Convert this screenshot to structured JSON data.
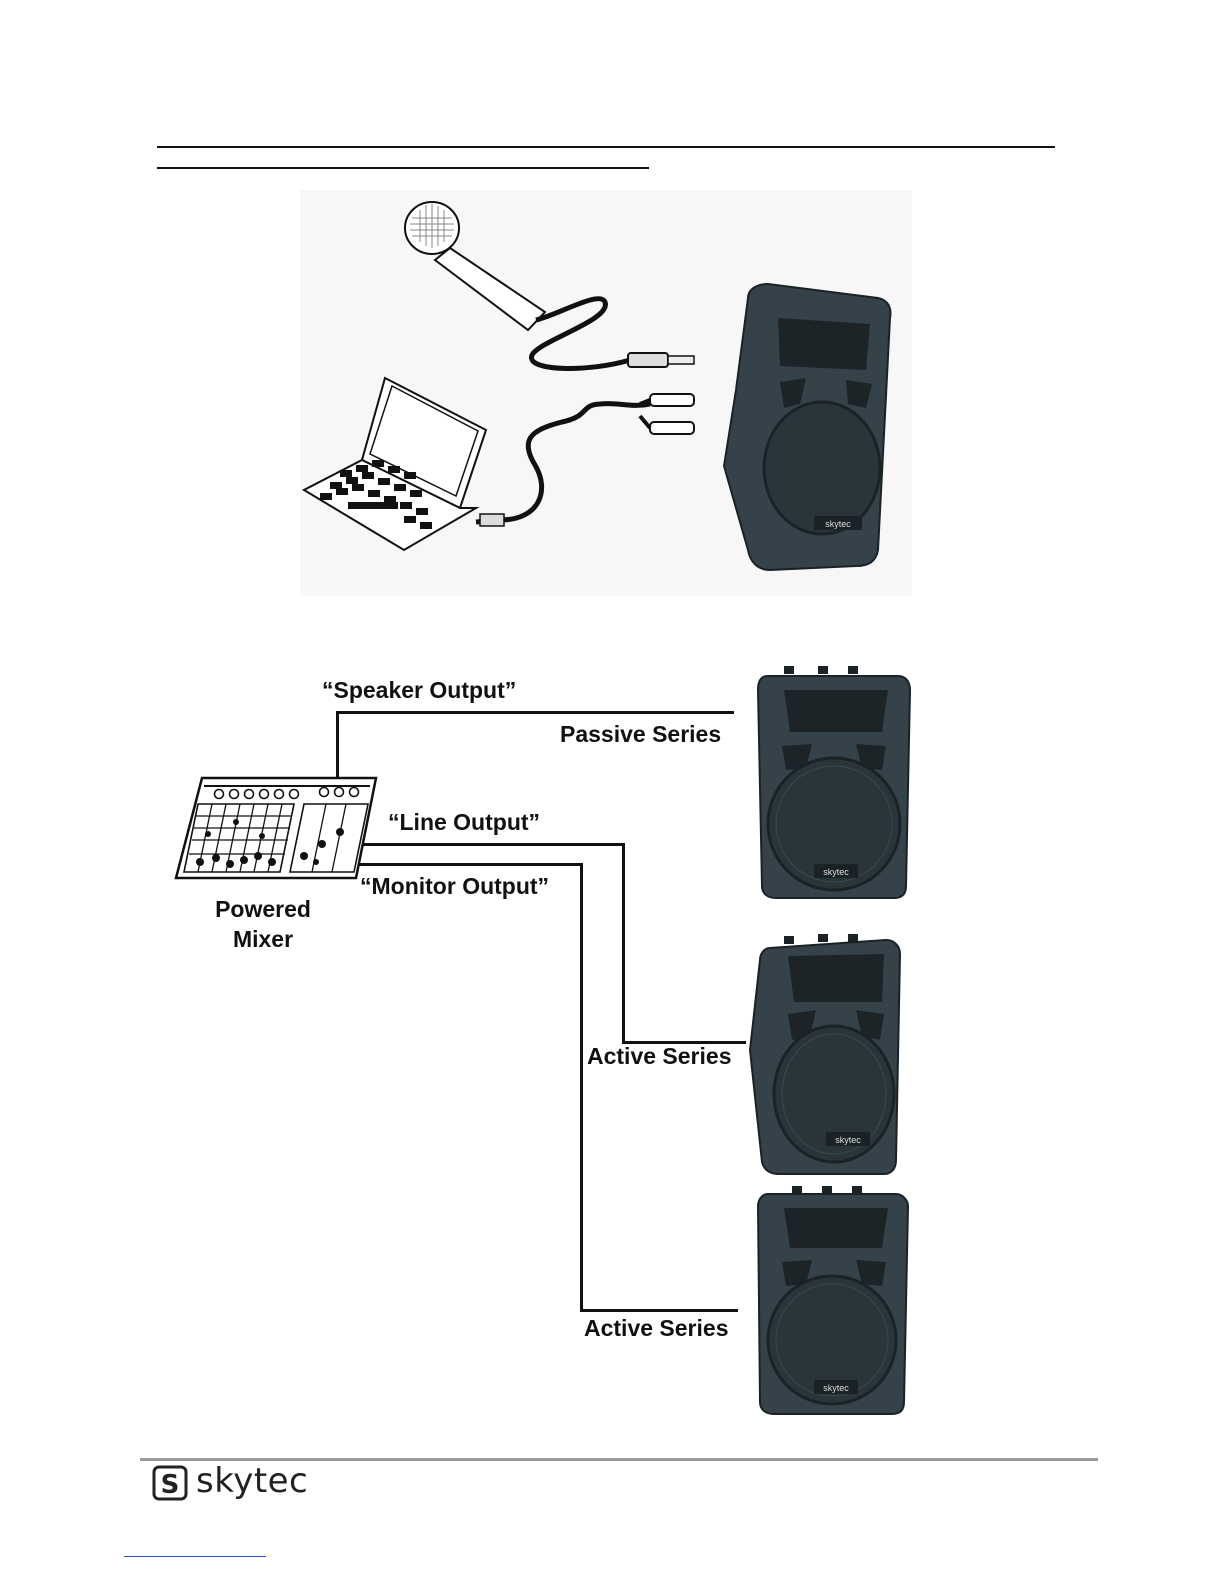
{
  "diagram": {
    "labels": {
      "speaker_output": "“Speaker Output”",
      "passive_series": "Passive Series",
      "line_output": "“Line Output”",
      "monitor_output": "“Monitor Output”",
      "powered_mixer_line1": "Powered",
      "powered_mixer_line2": "Mixer",
      "active_series_1": "Active Series",
      "active_series_2": "Active Series"
    },
    "speaker_badge": "skytec"
  },
  "footer": {
    "brand": "skytec",
    "logo_letter": "S"
  },
  "colors": {
    "speaker_body": "#2f3a40",
    "speaker_dark": "#1b2226",
    "line": "#111111",
    "footer_rule": "#9a9a9a",
    "link": "#2b4fd6"
  }
}
